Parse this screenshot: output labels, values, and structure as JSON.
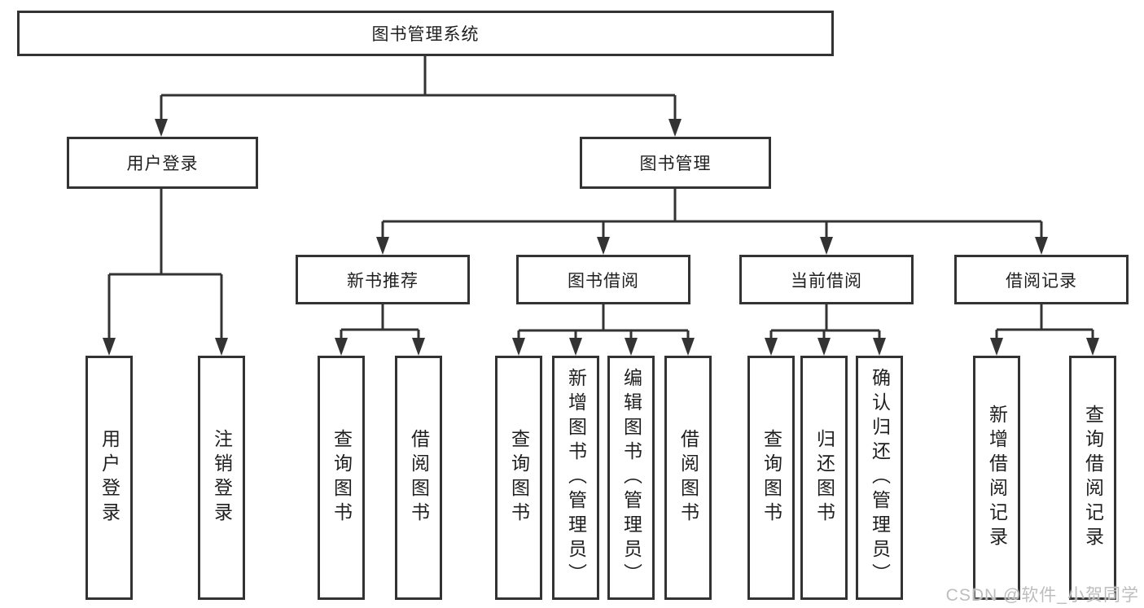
{
  "tree": {
    "root": "图书管理系统",
    "branches": [
      {
        "label": "用户登录",
        "children": [
          "用户登录",
          "注销登录"
        ]
      },
      {
        "label": "图书管理",
        "subs": [
          {
            "label": "新书推荐",
            "children": [
              "查询图书",
              "借阅图书"
            ]
          },
          {
            "label": "图书借阅",
            "children": [
              "查询图书",
              "新增图书（管理员）",
              "编辑图书（管理员）",
              "借阅图书"
            ]
          },
          {
            "label": "当前借阅",
            "children": [
              "查询图书",
              "归还图书",
              "确认归还（管理员）"
            ]
          },
          {
            "label": "借阅记录",
            "children": [
              "新增借阅记录",
              "查询借阅记录"
            ]
          }
        ]
      }
    ]
  },
  "watermark": "CSDN @软件_小贺同学",
  "colors": {
    "line": "#333333",
    "text": "#1f1f1f",
    "box_background": "#ffffff",
    "watermark": "#bdbdbd"
  }
}
